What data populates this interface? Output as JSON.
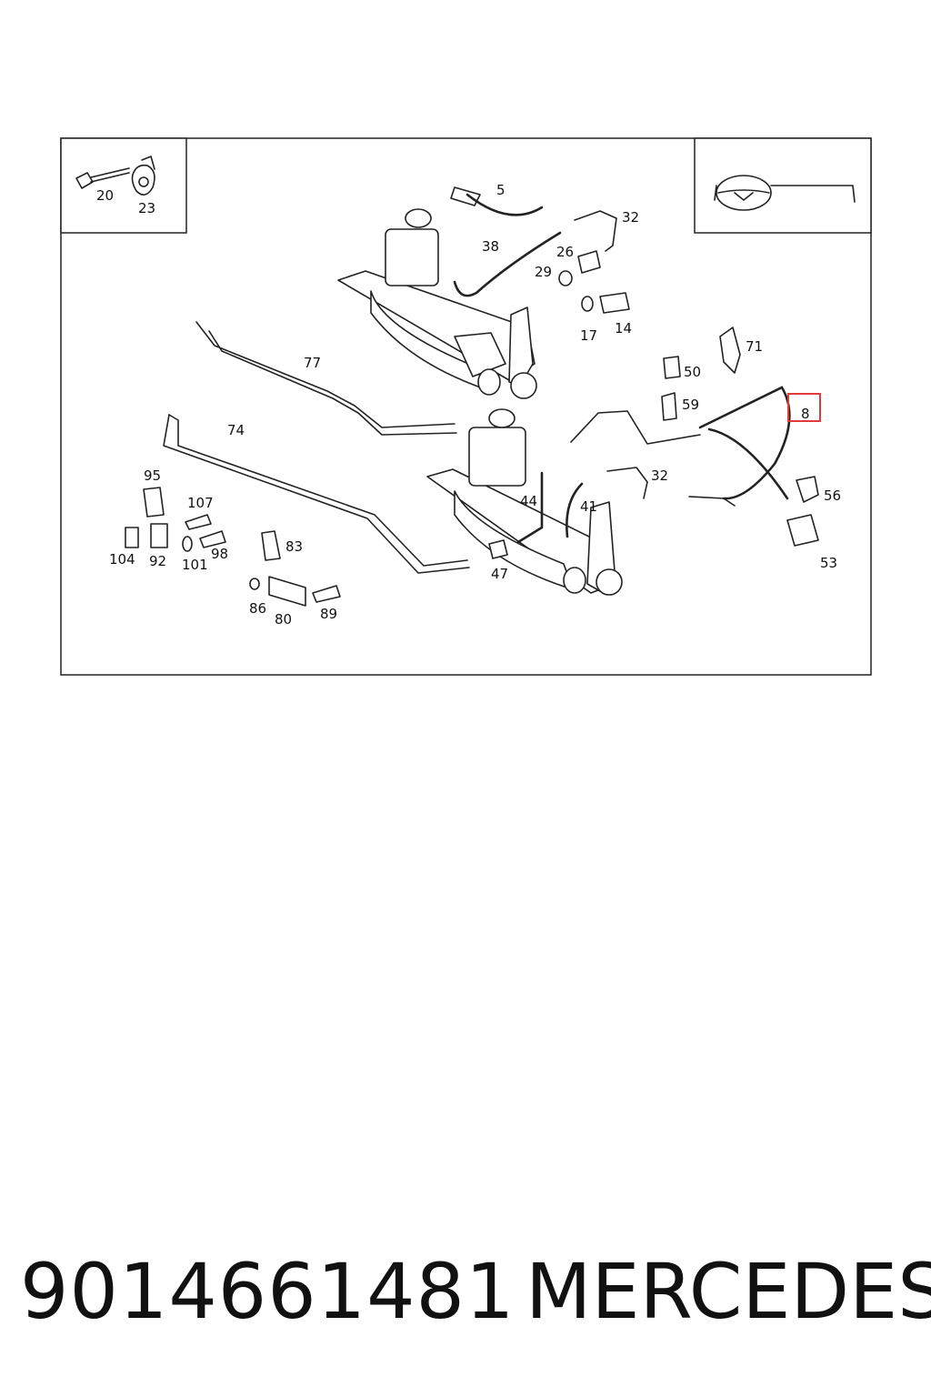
{
  "diagram": {
    "labels": [
      "5",
      "32",
      "38",
      "26",
      "29",
      "17",
      "14",
      "20",
      "23",
      "77",
      "74",
      "71",
      "50",
      "59",
      "8",
      "56",
      "53",
      "32",
      "44",
      "41",
      "47",
      "95",
      "107",
      "104",
      "92",
      "101",
      "98",
      "83",
      "86",
      "80",
      "89"
    ],
    "highlight_color": "#e03a3a"
  },
  "caption": {
    "part_number": "9014661481",
    "brand": "MERCEDES"
  }
}
